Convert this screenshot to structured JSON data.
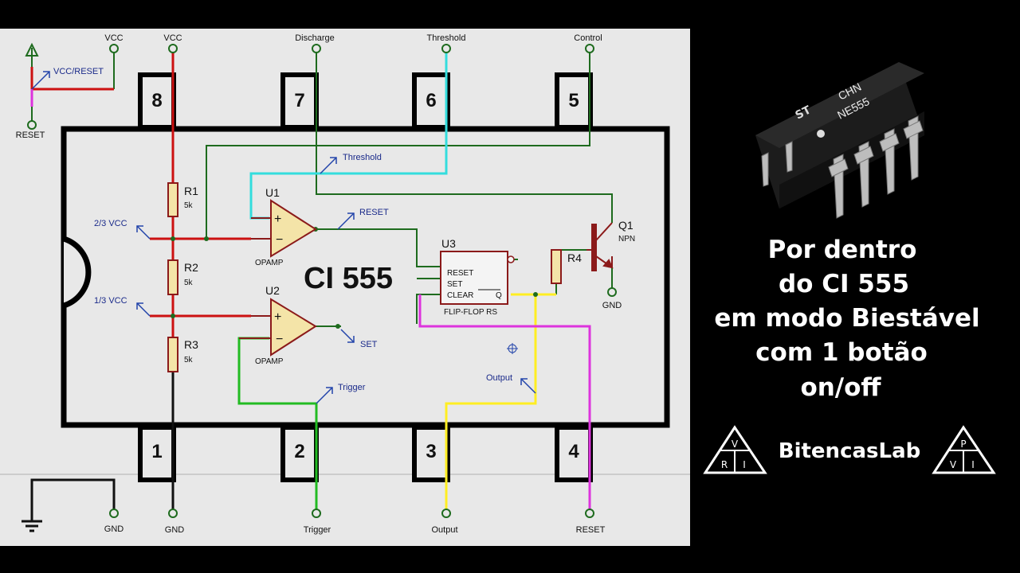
{
  "chip_name": "CI 555",
  "pins_top": [
    "8",
    "7",
    "6",
    "5"
  ],
  "pins_bottom": [
    "1",
    "2",
    "3",
    "4"
  ],
  "terminals_top": [
    "VCC",
    "VCC",
    "Discharge",
    "Threshold",
    "Control"
  ],
  "terminals_bottom": [
    "GND",
    "GND",
    "Trigger",
    "Output",
    "RESET"
  ],
  "reset_switch": {
    "label": "VCC/RESET",
    "terminal": "RESET"
  },
  "resistors": [
    {
      "name": "R1",
      "value": "5k"
    },
    {
      "name": "R2",
      "value": "5k"
    },
    {
      "name": "R3",
      "value": "5k"
    },
    {
      "name": "R4",
      "value": ""
    }
  ],
  "opamps": [
    {
      "name": "U1",
      "type": "OPAMP"
    },
    {
      "name": "U2",
      "type": "OPAMP"
    }
  ],
  "flipflop": {
    "name": "U3",
    "type": "FLIP-FLOP RS",
    "inputs": [
      "RESET",
      "SET",
      "CLEAR"
    ],
    "output": "Q"
  },
  "transistor": {
    "name": "Q1",
    "type": "NPN",
    "gnd": "GND"
  },
  "probes": {
    "two_thirds": "2/3 VCC",
    "one_third": "1/3 VCC",
    "threshold": "Threshold",
    "reset": "RESET",
    "set": "SET",
    "trigger": "Trigger",
    "output": "Output"
  },
  "side_title": [
    "Por dentro",
    "do CI 555",
    "em modo Biestável",
    "com 1 botão",
    "on/off"
  ],
  "brand": {
    "name": "BitencasLab",
    "left_triangle": [
      "V",
      "R",
      "I"
    ],
    "right_triangle": [
      "P",
      "V",
      "I"
    ]
  },
  "chip_photo": {
    "line1": "CHN",
    "line2": "NE555"
  },
  "colors": {
    "canvas": "#e8e8e8",
    "wire_red": "#cc1111",
    "wire_green": "#1e6b1e",
    "wire_bright_green": "#22bb22",
    "wire_cyan": "#33dddd",
    "wire_yellow": "#ffee22",
    "wire_magenta": "#dd33dd",
    "component": "#8b1a1a",
    "opamp_fill": "#f4e4a8",
    "probe": "#2244aa"
  }
}
